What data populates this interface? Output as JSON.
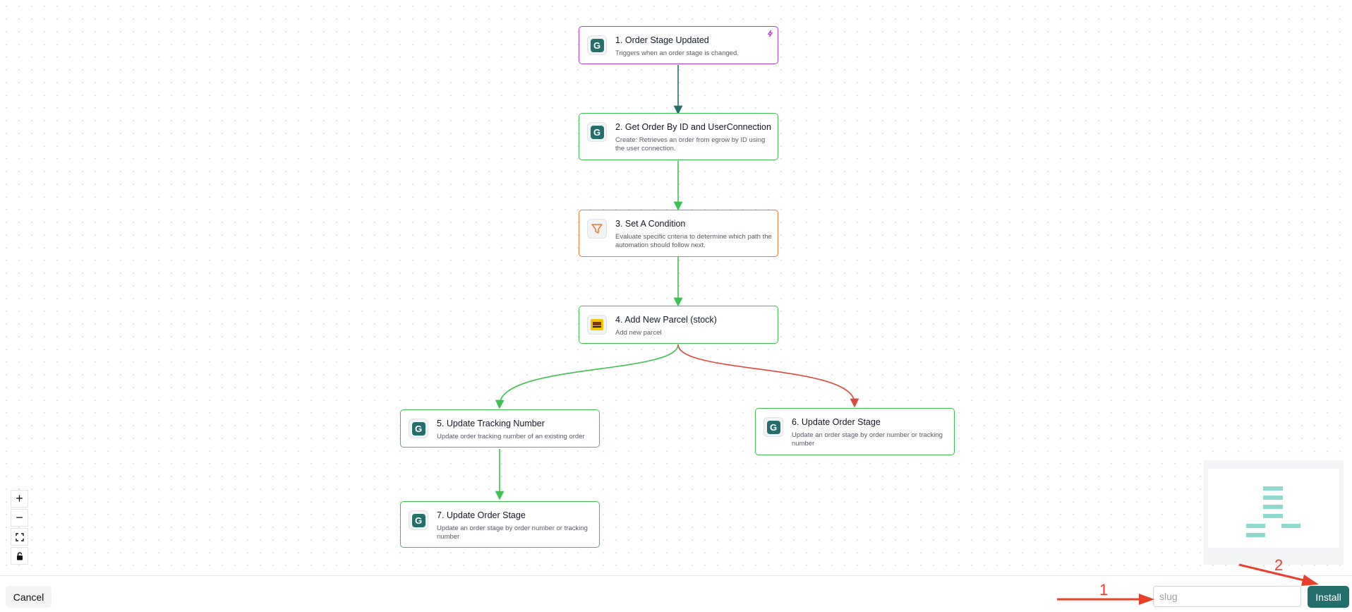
{
  "workflow": {
    "nodes": [
      {
        "title": "1. Order Stage Updated",
        "desc": "Triggers when an order stage is changed.",
        "icon": "egrow-g-icon",
        "kind": "trigger"
      },
      {
        "title": "2. Get Order By ID and UserConnection",
        "desc": "Create: Retrieves an order from egrow by ID using the user connection.",
        "icon": "egrow-g-icon",
        "kind": "action"
      },
      {
        "title": "3. Set A Condition",
        "desc": "Evaluate specific criteria to determine which path the automation should follow next.",
        "icon": "filter-icon",
        "kind": "condition"
      },
      {
        "title": "4. Add New Parcel (stock)",
        "desc": "Add new parcel",
        "icon": "parcel-icon",
        "kind": "action"
      },
      {
        "title": "5. Update Tracking Number",
        "desc": "Update order tracking number of an existing order",
        "icon": "egrow-g-icon",
        "kind": "action"
      },
      {
        "title": "6. Update Order Stage",
        "desc": "Update an order stage by order number or tracking number",
        "icon": "egrow-g-icon",
        "kind": "action"
      },
      {
        "title": "7. Update Order Stage",
        "desc": "Update an order stage by order number or tracking number",
        "icon": "egrow-g-icon",
        "kind": "action"
      }
    ],
    "trigger_badge_icon": "bolt-icon"
  },
  "controls": {
    "zoom_in": "+",
    "zoom_out": "−",
    "fit_view": "⛶",
    "lock": "🔒"
  },
  "bottom_bar": {
    "cancel_label": "Cancel",
    "slug_placeholder": "slug",
    "slug_value": "",
    "install_label": "Install"
  },
  "annotations": {
    "one": "1",
    "two": "2"
  },
  "colors": {
    "accent": "#246f6c",
    "success_edge": "#3cc24f",
    "false_edge": "#e0483a",
    "trigger_border": "#b43ce0",
    "condition_border": "#ea7a2c",
    "annotation": "#e8402a"
  }
}
